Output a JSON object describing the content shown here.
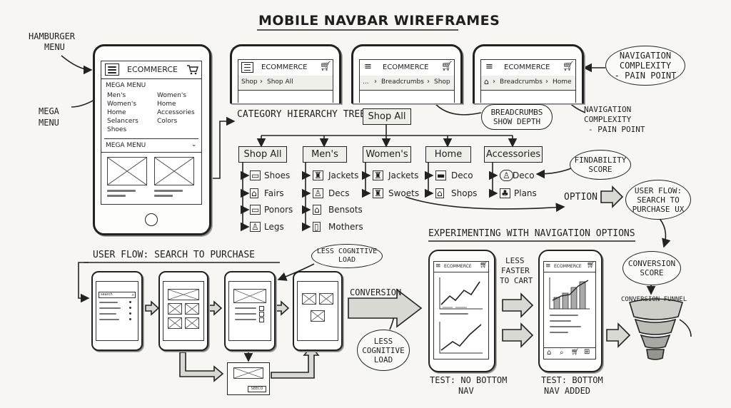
{
  "title": "MOBILE NAVBAR WIREFRAMES",
  "labels": {
    "hamburger_menu": [
      "HAMBURGER",
      "MENU"
    ],
    "mega_menu_side": [
      "MEGA",
      "MENU"
    ],
    "nav_complexity_top": [
      "NAVIGATION",
      "COMPLEXITY",
      "- PAIN POINT"
    ],
    "nav_complexity_mid": [
      "NAVIGATION",
      "COMPLEXITY",
      "- PAIN POINT"
    ],
    "breadcrumbs_depth": [
      "BREADCRUMBS",
      "SHOW DEPTH"
    ],
    "findability": [
      "FINDABILITY",
      "SCORE"
    ],
    "option": "OPTION",
    "user_flow_bubble": [
      "USER FLOW:",
      "SEARCH TO",
      "PURCHASE UX"
    ],
    "experiment_title": "EXPERIMENTING WITH NAVIGATION OPTIONS",
    "user_flow_title": "USER FLOW: SEARCH TO PURCHASE",
    "less_cognitive_top": [
      "LESS COGNITIVE",
      "LOAD"
    ],
    "conversion": "CONVERSION",
    "less_cognitive_bottom": [
      "LESS",
      "COGNITIVE",
      "LOAD"
    ],
    "less_faster": [
      "LESS",
      "FASTER",
      "TO CART"
    ],
    "conversion_score": [
      "CONVERSION",
      "SCORE"
    ],
    "conversion_funnel": "CONVERSION FUNNEL",
    "test_no_nav": [
      "TEST: NO BOTTOM",
      "NAV"
    ],
    "test_nav_added": [
      "TEST: BOTTOM",
      "NAV ADDED"
    ],
    "category_tree_title": "CATEGORY HIERARCHY TREE"
  },
  "main_phone": {
    "brand": "ECOMMERCE",
    "mega_menu_header": "MEGA MENU",
    "col1": [
      "Men's",
      "Women's",
      "Home",
      "Selancers",
      "Shoes"
    ],
    "col2": [
      "Women's",
      "Home",
      "Accessories",
      "Colors"
    ],
    "mega_menu_footer": "MEGA MENU"
  },
  "top_phones": [
    {
      "brand": "ECOMMERCE",
      "crumbs": [
        "Shop",
        "Shop All"
      ]
    },
    {
      "brand": "ECOMMERCE",
      "crumbs": [
        "...",
        "Breadcrumbs",
        "Shop"
      ]
    },
    {
      "brand": "ECOMMERCE",
      "crumbs": [
        "Breadcrumbs",
        "Home"
      ]
    }
  ],
  "tree": {
    "root": "Shop All",
    "categories": [
      {
        "label": "Shop All",
        "items": [
          "Shoes",
          "Fairs",
          "Ponors",
          "Legs"
        ]
      },
      {
        "label": "Men's",
        "items": [
          "Jackets",
          "Decs",
          "Bensots",
          "Mothers"
        ]
      },
      {
        "label": "Women's",
        "items": [
          "Jackets",
          "Swoets"
        ]
      },
      {
        "label": "Home",
        "items": [
          "Deco",
          "Shops"
        ]
      },
      {
        "label": "Accessories",
        "items": [
          "Deco",
          "Plans"
        ]
      }
    ]
  },
  "flow_phone_search": "search",
  "flow_button": "SEECO",
  "exp_phones": [
    "ECOMMERCE",
    "ECOMMERCE"
  ]
}
